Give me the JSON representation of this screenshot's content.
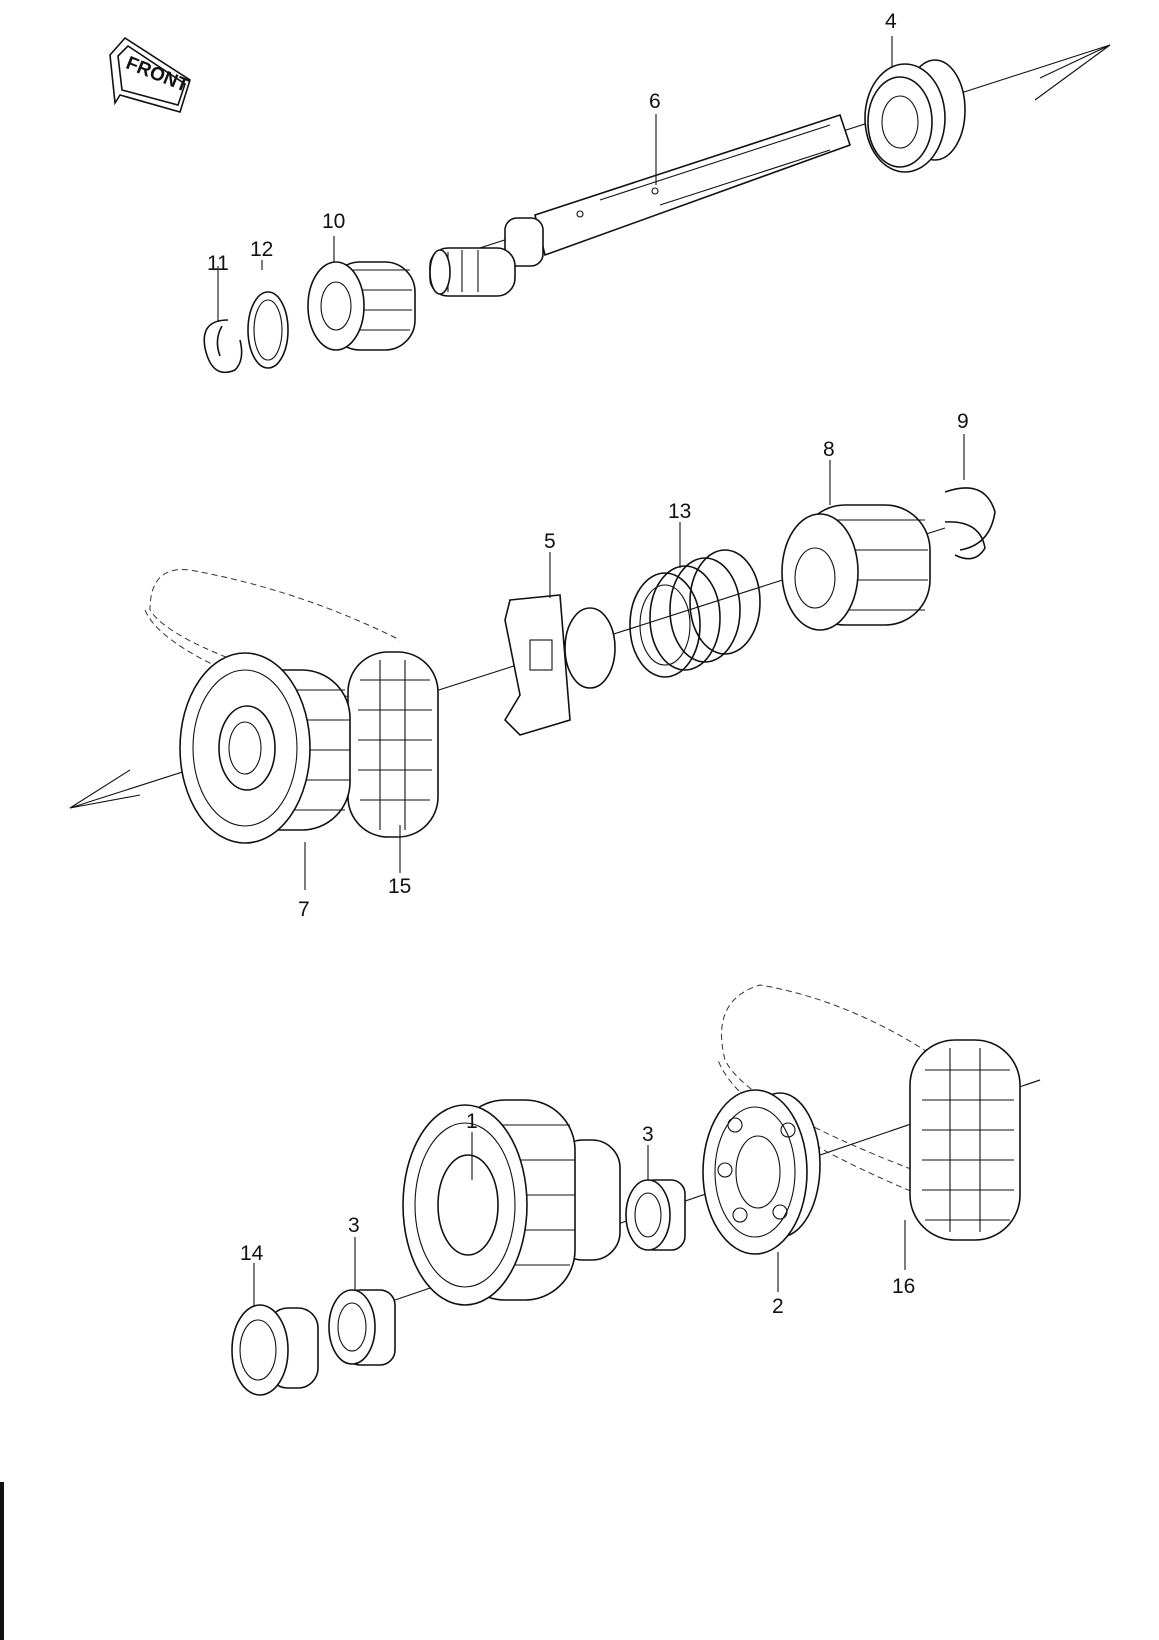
{
  "front_badge": {
    "text": "FRONT"
  },
  "callouts": [
    {
      "id": "4",
      "text": "4"
    },
    {
      "id": "6",
      "text": "6"
    },
    {
      "id": "10",
      "text": "10"
    },
    {
      "id": "11",
      "text": "11"
    },
    {
      "id": "12",
      "text": "12"
    },
    {
      "id": "9",
      "text": "9"
    },
    {
      "id": "8",
      "text": "8"
    },
    {
      "id": "13",
      "text": "13"
    },
    {
      "id": "5",
      "text": "5"
    },
    {
      "id": "15",
      "text": "15"
    },
    {
      "id": "7",
      "text": "7"
    },
    {
      "id": "1",
      "text": "1"
    },
    {
      "id": "3a",
      "text": "3"
    },
    {
      "id": "3b",
      "text": "3"
    },
    {
      "id": "14",
      "text": "14"
    },
    {
      "id": "2",
      "text": "2"
    },
    {
      "id": "16",
      "text": "16"
    }
  ]
}
